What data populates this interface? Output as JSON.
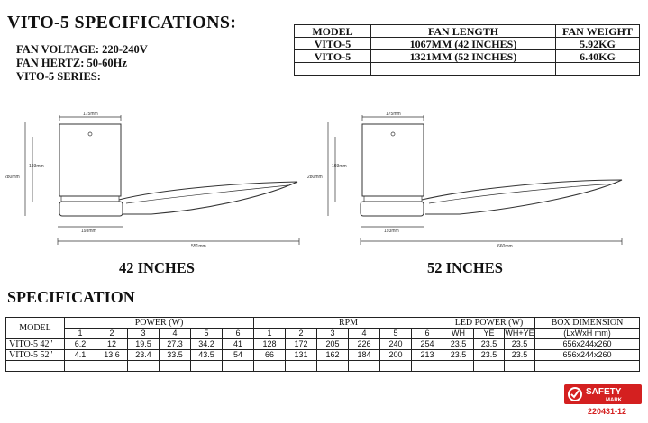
{
  "header": {
    "title": "VITO-5 SPECIFICATIONS:",
    "voltage": "FAN VOLTAGE: 220-240V",
    "hertz": "FAN HERTZ: 50-60Hz",
    "series": "VITO-5 SERIES:"
  },
  "model_table": {
    "headers": [
      "MODEL",
      "FAN LENGTH",
      "FAN WEIGHT"
    ],
    "rows": [
      [
        "VITO-5",
        "1067MM  (42 INCHES)",
        "5.92KG"
      ],
      [
        "VITO-5",
        "1321MM  (52 INCHES)",
        "6.40KG"
      ]
    ]
  },
  "drawings": [
    {
      "caption": "42 INCHES",
      "top_width": "175mm",
      "height_inner": "193mm",
      "height_total": "280mm",
      "base_width": "193mm",
      "span": "551mm"
    },
    {
      "caption": "52 INCHES",
      "top_width": "175mm",
      "height_inner": "193mm",
      "height_total": "280mm",
      "base_width": "193mm",
      "span": "660mm"
    }
  ],
  "spec": {
    "title": "SPECIFICATION",
    "group_headers": [
      "MODEL",
      "POWER (W)",
      "RPM",
      "LED POWER (W)",
      "BOX DIMENSION"
    ],
    "sub_power": [
      "1",
      "2",
      "3",
      "4",
      "5",
      "6"
    ],
    "sub_rpm": [
      "1",
      "2",
      "3",
      "4",
      "5",
      "6"
    ],
    "sub_led": [
      "WH",
      "YE",
      "WH+YE"
    ],
    "sub_box": "(LxWxH mm)",
    "rows": [
      {
        "model": "VITO-5 42\"",
        "power": [
          "6.2",
          "12",
          "19.5",
          "27.3",
          "34.2",
          "41"
        ],
        "rpm": [
          "128",
          "172",
          "205",
          "226",
          "240",
          "254"
        ],
        "led": [
          "23.5",
          "23.5",
          "23.5"
        ],
        "box": "656x244x260"
      },
      {
        "model": "VITO-5 52\"",
        "power": [
          "4.1",
          "13.6",
          "23.4",
          "33.5",
          "43.5",
          "54"
        ],
        "rpm": [
          "66",
          "131",
          "162",
          "184",
          "200",
          "213"
        ],
        "led": [
          "23.5",
          "23.5",
          "23.5"
        ],
        "box": "656x244x260"
      }
    ]
  },
  "safety": {
    "label": "SAFETY",
    "sub": "MARK",
    "code": "220431-12",
    "color": "#d42020"
  }
}
